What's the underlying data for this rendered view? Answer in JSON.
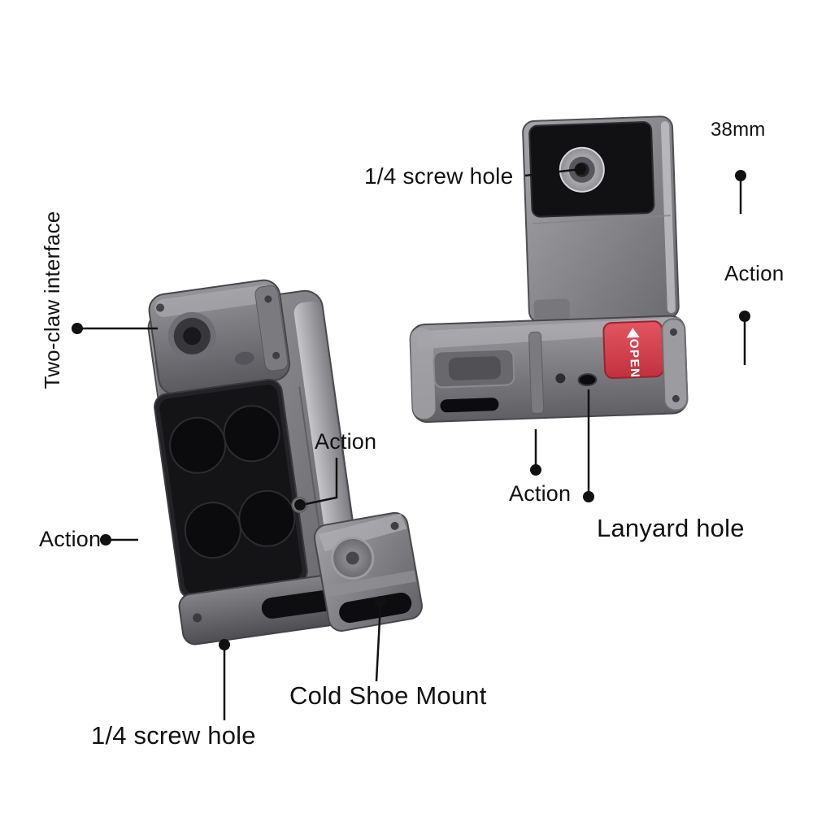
{
  "annotations": {
    "screw_hole_top": "1/4 screw hole",
    "dim_38mm": "38mm",
    "action_right": "Action",
    "two_claw_interface": "Two-claw interface",
    "action_left": "Action",
    "action_mid": "Action",
    "action_bottom": "Action",
    "lanyard_hole": "Lanyard hole",
    "cold_shoe_mount": "Cold Shoe Mount",
    "screw_hole_bottom": "1/4 screw hole"
  },
  "product": {
    "open_button_label": "OPEN"
  },
  "colors": {
    "background": "#ffffff",
    "label_text": "#111111",
    "leader_line": "#111111",
    "metal_light": "#b8b8bc",
    "metal_mid": "#85858a",
    "metal_dark": "#55555a",
    "screen_black": "#121215",
    "open_button_red": "#d8434e"
  }
}
